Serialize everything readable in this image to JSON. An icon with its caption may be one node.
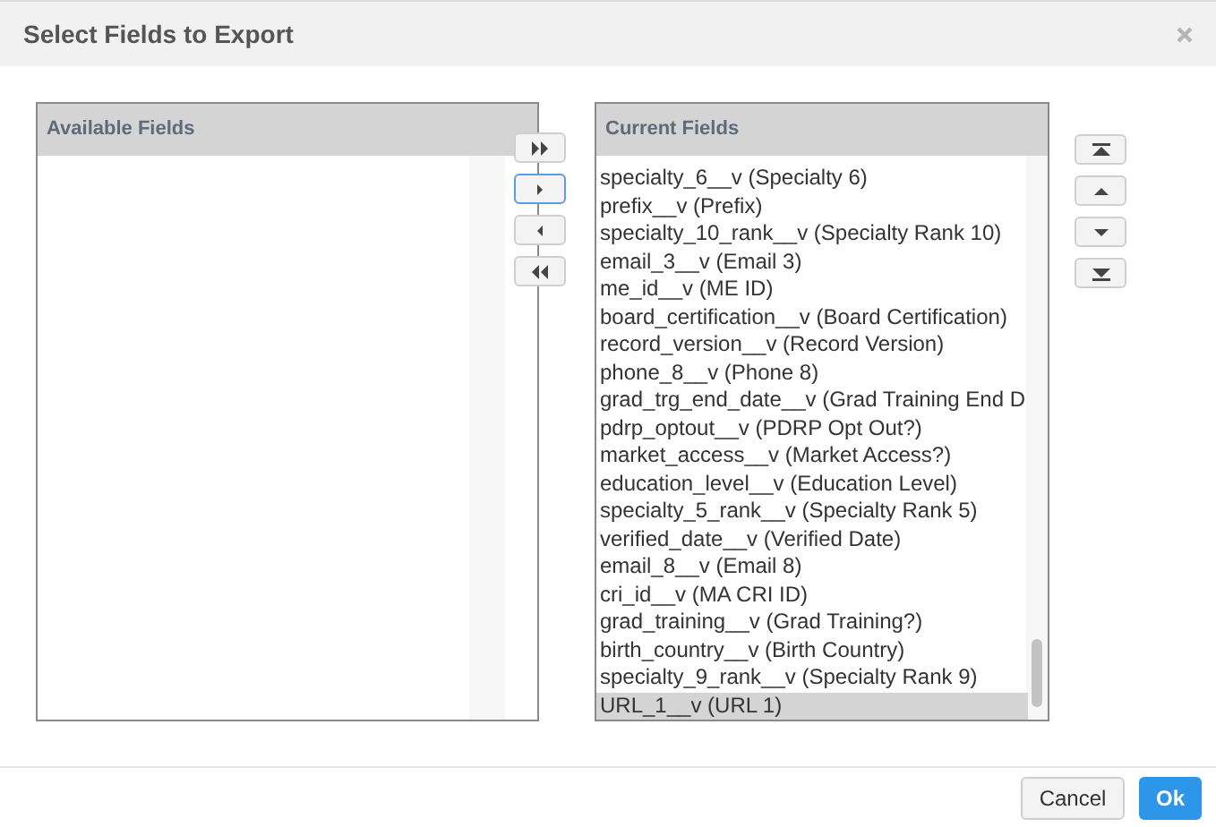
{
  "diagram": {
    "title": "Select Fields to Export",
    "nodes": [
      {
        "text": [
          "Available Fields"
        ]
      },
      {
        "text": [
          "Current Fields"
        ]
      }
    ],
    "labels": [
      "specialty_6__v (Specialty 6)",
      "prefix__v (Prefix)",
      "specialty_10_rank__v (Specialty Rank 10)",
      "email_3__v (Email 3)",
      "me_id__v (ME ID)",
      "board_certification__v (Board Certification)",
      "record_version__v (Record Version)",
      "phone_8__v (Phone 8)",
      "grad_trg_end_date__v (Grad Training End D",
      "pdrp_optout__v (PDRP Opt Out?)",
      "market_access__v (Market Access?)",
      "education_level__v (Education Level)",
      "specialty_5_rank__v (Specialty Rank 5)",
      "verified_date__v (Verified Date)",
      "email_8__v (Email 8)",
      "cri_id__v (MA CRI ID)",
      "grad_training__v (Grad Training?)",
      "birth_country__v (Birth Country)",
      "specialty_9_rank__v (Specialty Rank 9)",
      "URL_1__v (URL 1)",
      "Cancel",
      "Ok"
    ]
  }
}
